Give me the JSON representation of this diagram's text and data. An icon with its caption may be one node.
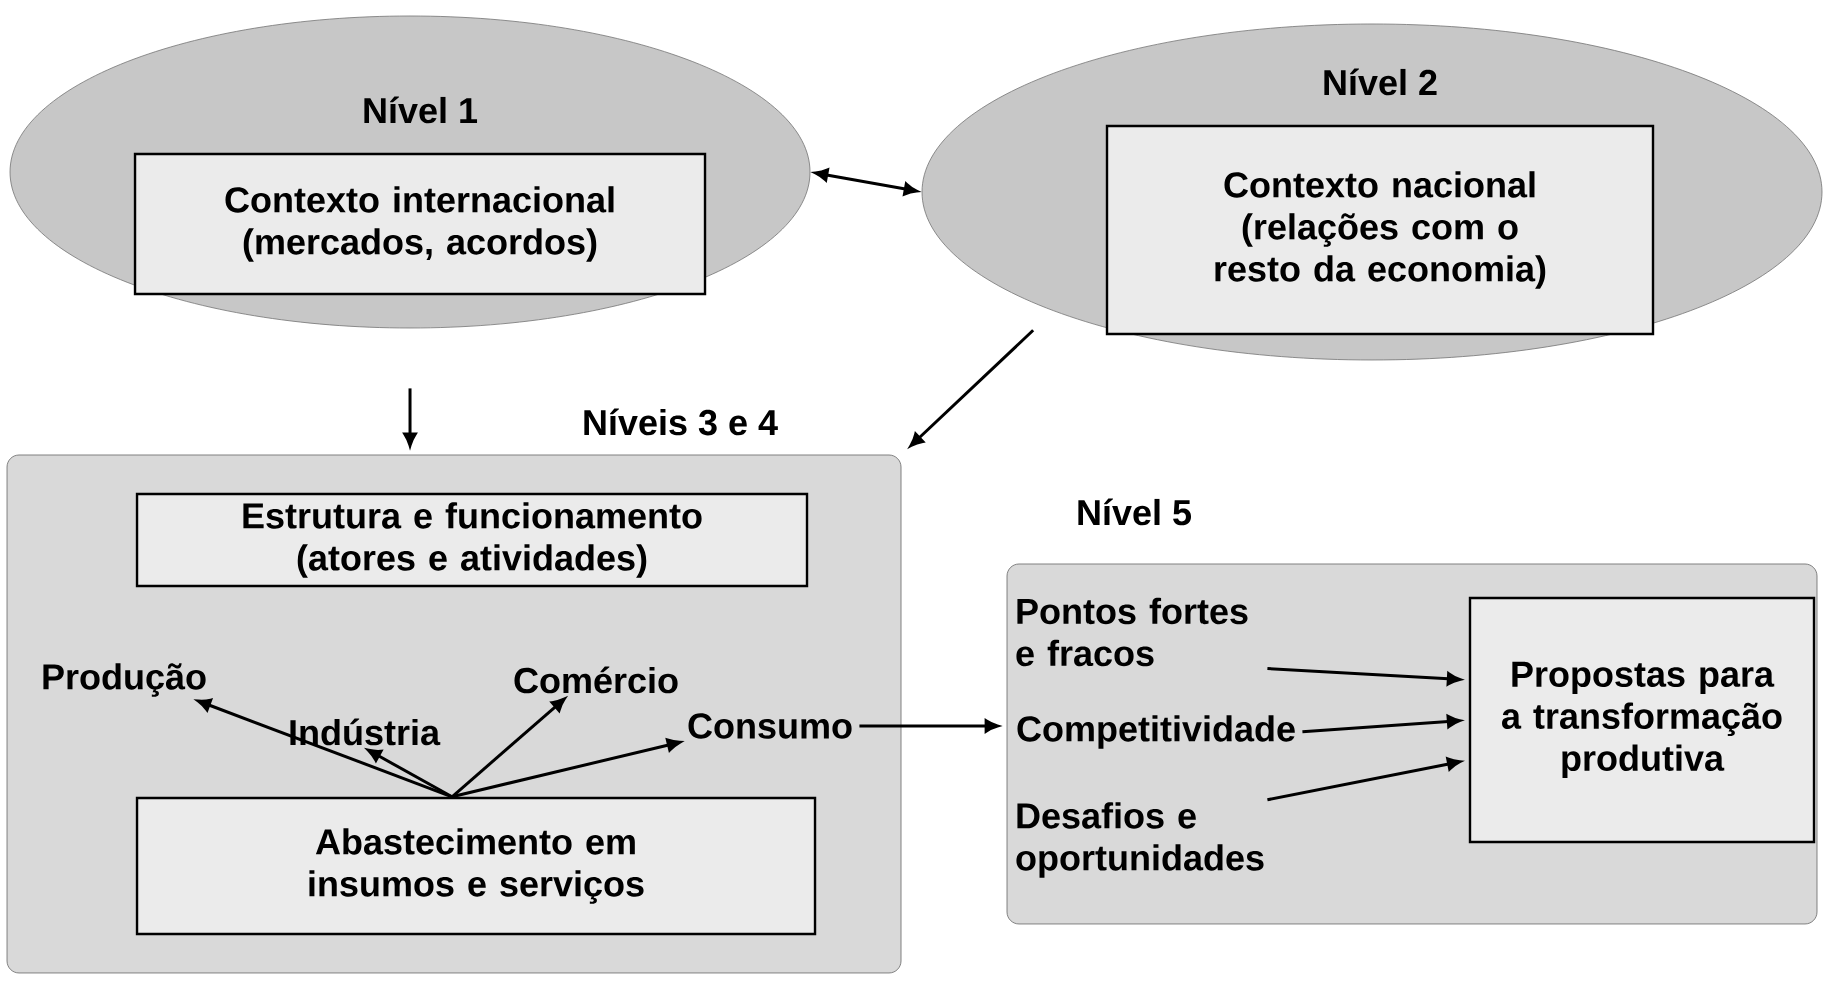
{
  "diagram": {
    "nodes": [
      {
        "text": [
          "Nível 1"
        ]
      },
      {
        "text": [
          "Contexto internacional (mercados, acordos)"
        ],
        "in": 0
      },
      {
        "text": [
          "Nível 2"
        ]
      },
      {
        "text": [
          "Contexto nacional (relações com o resto da economia)"
        ],
        "in": 2
      },
      {
        "text": [
          "Níveis 3 e 4"
        ]
      },
      {
        "text": [
          "Estrutura e funcionamento (atores e atividades)"
        ],
        "in": 4
      },
      {
        "text": [
          "Produção"
        ],
        "in": 4
      },
      {
        "text": [
          "Indústria"
        ],
        "in": 4
      },
      {
        "text": [
          "Comércio"
        ],
        "in": 4
      },
      {
        "text": [
          "Consumo"
        ],
        "in": 4
      },
      {
        "text": [
          "Abastecimento em insumos e serviços"
        ],
        "in": 4
      },
      {
        "text": [
          "Nível 5"
        ]
      },
      {
        "text": [
          "Pontos fortes e fracos"
        ],
        "in": 11
      },
      {
        "text": [
          "Competitividade"
        ],
        "in": 11
      },
      {
        "text": [
          "Desafios e oportunidades"
        ],
        "in": 11
      },
      {
        "text": [
          "Propostas para a transformação produtiva"
        ],
        "in": 11
      }
    ],
    "edges": [
      {
        "from": 0,
        "to": 2,
        "arrow": "both"
      },
      {
        "from": 0,
        "to": 4,
        "arrow": "to"
      },
      {
        "from": 2,
        "to": 4,
        "arrow": "to"
      },
      {
        "from": 10,
        "to": 6,
        "arrow": "to"
      },
      {
        "from": 10,
        "to": 7,
        "arrow": "to"
      },
      {
        "from": 10,
        "to": 8,
        "arrow": "to"
      },
      {
        "from": 10,
        "to": 9,
        "arrow": "to"
      },
      {
        "from": 9,
        "to": 11,
        "arrow": "to"
      },
      {
        "from": 12,
        "to": 15,
        "arrow": "to"
      },
      {
        "from": 13,
        "to": 15,
        "arrow": "to"
      },
      {
        "from": 14,
        "to": 15,
        "arrow": "to"
      }
    ]
  }
}
